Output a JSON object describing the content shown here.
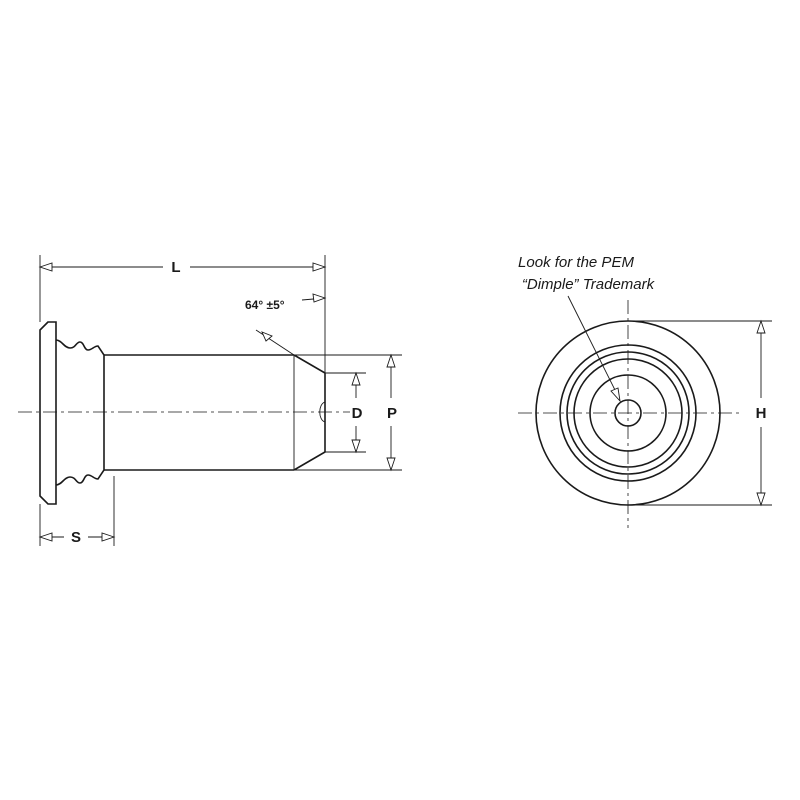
{
  "side_view": {
    "length_label": "L",
    "angle_label": "64° ±5°",
    "diameter_label": "D",
    "pilot_label": "P",
    "shank_label": "S"
  },
  "end_view": {
    "note_line1": "Look for the PEM",
    "note_line2": "“Dimple” Trademark",
    "head_label": "H"
  }
}
